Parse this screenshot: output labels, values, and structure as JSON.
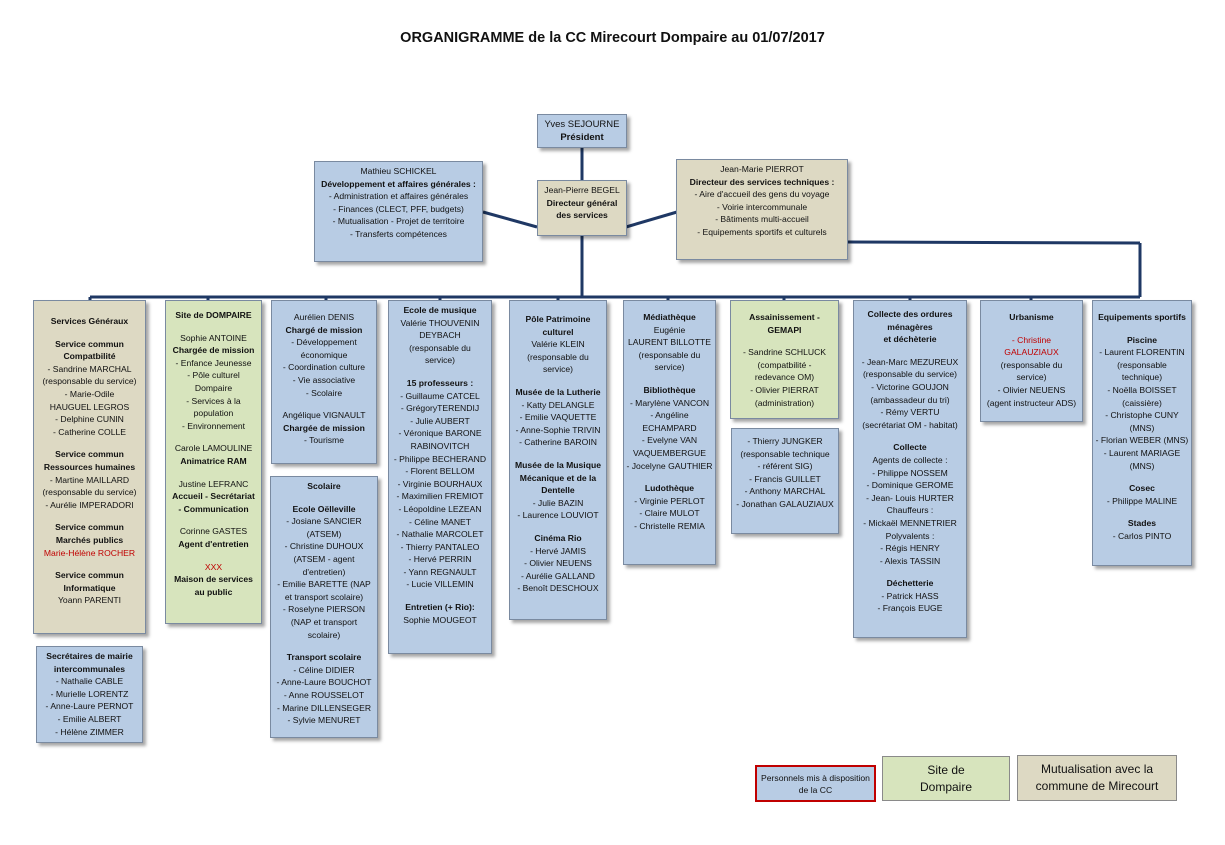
{
  "title": "ORGANIGRAMME de la CC Mirecourt Dompaire au 01/07/2017",
  "colors": {
    "blue_box": "#b8cce4",
    "tan_box": "#ddd9c3",
    "green_box": "#d7e4bd",
    "connector": "#1f3864",
    "seconded": "#c00000"
  },
  "president": [
    {
      "t": "Yves SEJOURNE",
      "s": ""
    },
    {
      "t": "Président",
      "s": "b"
    }
  ],
  "dga": [
    {
      "t": "Mathieu SCHICKEL",
      "s": ""
    },
    {
      "t": "Développement et affaires générales :",
      "s": "b"
    },
    {
      "t": "-  Administration et affaires générales",
      "s": ""
    },
    {
      "t": "- Finances (CLECT, PFF, budgets)",
      "s": ""
    },
    {
      "t": "- Mutualisation - Projet de territoire",
      "s": ""
    },
    {
      "t": "- Transferts compétences",
      "s": ""
    }
  ],
  "dgs": [
    {
      "t": "Jean-Pierre BEGEL",
      "s": ""
    },
    {
      "t": "Directeur général",
      "s": "b"
    },
    {
      "t": "des services",
      "s": "b"
    }
  ],
  "dst": [
    {
      "t": "Jean-Marie PIERROT",
      "s": ""
    },
    {
      "t": "Directeur des services techniques :",
      "s": "b"
    },
    {
      "t": "- Aire d'accueil des gens du voyage",
      "s": ""
    },
    {
      "t": "- Voirie intercommunale",
      "s": ""
    },
    {
      "t": "- Bâtiments multi-accueil",
      "s": ""
    },
    {
      "t": "- Equipements sportifs et culturels",
      "s": ""
    }
  ],
  "services_generaux": [
    {
      "t": "Services Généraux",
      "s": "b"
    },
    {
      "t": "",
      "s": "gap"
    },
    {
      "t": "Service commun",
      "s": "b"
    },
    {
      "t": "Compatbilité",
      "s": "b"
    },
    {
      "t": "- Sandrine MARCHAL",
      "s": ""
    },
    {
      "t": "(responsable du service)",
      "s": ""
    },
    {
      "t": "- Marie-Odile",
      "s": ""
    },
    {
      "t": "HAUGUEL LEGROS",
      "s": ""
    },
    {
      "t": "- Delphine CUNIN",
      "s": ""
    },
    {
      "t": "- Catherine COLLE",
      "s": ""
    },
    {
      "t": "",
      "s": "gap"
    },
    {
      "t": "Service commun",
      "s": "b"
    },
    {
      "t": "Ressources humaines",
      "s": "b"
    },
    {
      "t": "- Martine MAILLARD",
      "s": ""
    },
    {
      "t": "(responsable du service)",
      "s": ""
    },
    {
      "t": "- Aurélie IMPERADORI",
      "s": ""
    },
    {
      "t": "",
      "s": "gap"
    },
    {
      "t": "Service commun",
      "s": "b"
    },
    {
      "t": "Marchés publics",
      "s": "b"
    },
    {
      "t": "Marie-Hélène ROCHER",
      "s": "r"
    },
    {
      "t": "",
      "s": "gap"
    },
    {
      "t": "Service commun",
      "s": "b"
    },
    {
      "t": "Informatique",
      "s": "b"
    },
    {
      "t": "Yoann PARENTI",
      "s": ""
    }
  ],
  "secretaires": [
    {
      "t": "Secrétaires  de mairie",
      "s": "b"
    },
    {
      "t": "intercommunales",
      "s": "b"
    },
    {
      "t": "- Nathalie CABLE",
      "s": ""
    },
    {
      "t": "- Murielle LORENTZ",
      "s": ""
    },
    {
      "t": "- Anne-Laure PERNOT",
      "s": ""
    },
    {
      "t": "- Emilie ALBERT",
      "s": ""
    },
    {
      "t": "- Hélène ZIMMER",
      "s": ""
    }
  ],
  "site_dompaire": [
    {
      "t": "Site de DOMPAIRE",
      "s": "b"
    },
    {
      "t": "",
      "s": "gap"
    },
    {
      "t": "Sophie ANTOINE",
      "s": ""
    },
    {
      "t": "Chargée de mission",
      "s": "b"
    },
    {
      "t": "- Enfance Jeunesse",
      "s": ""
    },
    {
      "t": "- Pôle culturel",
      "s": ""
    },
    {
      "t": "Dompaire",
      "s": ""
    },
    {
      "t": "- Services à la",
      "s": ""
    },
    {
      "t": "population",
      "s": ""
    },
    {
      "t": "- Environnement",
      "s": ""
    },
    {
      "t": "",
      "s": "gap"
    },
    {
      "t": "Carole LAMOULINE",
      "s": ""
    },
    {
      "t": "Animatrice RAM",
      "s": "b"
    },
    {
      "t": "",
      "s": "gap"
    },
    {
      "t": "Justine LEFRANC",
      "s": ""
    },
    {
      "t": "Accueil - Secrétariat",
      "s": "b"
    },
    {
      "t": "- Communication",
      "s": "b"
    },
    {
      "t": "",
      "s": "gap"
    },
    {
      "t": "Corinne GASTES",
      "s": ""
    },
    {
      "t": "Agent d'entretien",
      "s": "b"
    },
    {
      "t": "",
      "s": "gap"
    },
    {
      "t": "XXX",
      "s": "r"
    },
    {
      "t": "Maison de services",
      "s": "b"
    },
    {
      "t": "au public",
      "s": "b"
    }
  ],
  "aurelien": [
    {
      "t": "Aurélien DENIS",
      "s": ""
    },
    {
      "t": "Chargé de mission",
      "s": "b"
    },
    {
      "t": "- Développement",
      "s": ""
    },
    {
      "t": "économique",
      "s": ""
    },
    {
      "t": "- Coordination culture",
      "s": ""
    },
    {
      "t": "- Vie associative",
      "s": ""
    },
    {
      "t": "- Scolaire",
      "s": ""
    },
    {
      "t": "",
      "s": "gap"
    },
    {
      "t": "Angélique VIGNAULT",
      "s": ""
    },
    {
      "t": "Chargée de mission",
      "s": "b"
    },
    {
      "t": "- Tourisme",
      "s": ""
    }
  ],
  "scolaire": [
    {
      "t": "Scolaire",
      "s": "b"
    },
    {
      "t": "",
      "s": "gap"
    },
    {
      "t": "Ecole Oëlleville",
      "s": "b"
    },
    {
      "t": "- Josiane SANCIER",
      "s": ""
    },
    {
      "t": "(ATSEM)",
      "s": ""
    },
    {
      "t": "- Christine DUHOUX",
      "s": ""
    },
    {
      "t": "(ATSEM - agent",
      "s": ""
    },
    {
      "t": "d'entretien)",
      "s": ""
    },
    {
      "t": "- Emilie BARETTE (NAP",
      "s": ""
    },
    {
      "t": "et transport scolaire)",
      "s": ""
    },
    {
      "t": "- Roselyne PIERSON",
      "s": ""
    },
    {
      "t": "(NAP et transport",
      "s": ""
    },
    {
      "t": "scolaire)",
      "s": ""
    },
    {
      "t": "",
      "s": "gap"
    },
    {
      "t": "Transport scolaire",
      "s": "b"
    },
    {
      "t": "- Céline DIDIER",
      "s": ""
    },
    {
      "t": "- Anne-Laure BOUCHOT",
      "s": ""
    },
    {
      "t": "- Anne ROUSSELOT",
      "s": ""
    },
    {
      "t": "- Marine DILLENSEGER",
      "s": ""
    },
    {
      "t": "- Sylvie MENURET",
      "s": ""
    }
  ],
  "ecole_musique": [
    {
      "t": "Ecole de musique",
      "s": "b"
    },
    {
      "t": "Valérie  THOUVENIN",
      "s": ""
    },
    {
      "t": "DEYBACH",
      "s": ""
    },
    {
      "t": "(responsable du",
      "s": ""
    },
    {
      "t": "service)",
      "s": ""
    },
    {
      "t": "",
      "s": "gap"
    },
    {
      "t": "15 professeurs :",
      "s": "b"
    },
    {
      "t": "-  Guillaume CATCEL",
      "s": ""
    },
    {
      "t": "- GrégoryTERENDIJ",
      "s": ""
    },
    {
      "t": "- Julie AUBERT",
      "s": ""
    },
    {
      "t": "- Véronique BARONE",
      "s": ""
    },
    {
      "t": "RABINOVITCH",
      "s": ""
    },
    {
      "t": "- Philippe BECHERAND",
      "s": ""
    },
    {
      "t": "- Florent BELLOM",
      "s": ""
    },
    {
      "t": "- Virginie BOURHAUX",
      "s": ""
    },
    {
      "t": "- Maximilien FREMIOT",
      "s": ""
    },
    {
      "t": "- Léopoldine LEZEAN",
      "s": ""
    },
    {
      "t": "- Céline MANET",
      "s": ""
    },
    {
      "t": "- Nathalie MARCOLET",
      "s": ""
    },
    {
      "t": "- Thierry PANTALEO",
      "s": ""
    },
    {
      "t": "- Hervé PERRIN",
      "s": ""
    },
    {
      "t": "- Yann REGNAULT",
      "s": ""
    },
    {
      "t": "- Lucie VILLEMIN",
      "s": ""
    },
    {
      "t": "",
      "s": "gap"
    },
    {
      "t": "Entretien  (+ Rio):",
      "s": "b"
    },
    {
      "t": "Sophie MOUGEOT",
      "s": ""
    }
  ],
  "patrimoine": [
    {
      "t": "Pôle Patrimoine",
      "s": "b"
    },
    {
      "t": "culturel",
      "s": "b"
    },
    {
      "t": "Valérie KLEIN",
      "s": ""
    },
    {
      "t": "(responsable du",
      "s": ""
    },
    {
      "t": "service)",
      "s": ""
    },
    {
      "t": "",
      "s": "gap"
    },
    {
      "t": "Musée de la Lutherie",
      "s": "b"
    },
    {
      "t": "- Katty DELANGLE",
      "s": ""
    },
    {
      "t": "- Emilie VAQUETTE",
      "s": ""
    },
    {
      "t": "- Anne-Sophie TRIVIN",
      "s": ""
    },
    {
      "t": "- Catherine BAROIN",
      "s": ""
    },
    {
      "t": "",
      "s": "gap"
    },
    {
      "t": "Musée de la Musique",
      "s": "b"
    },
    {
      "t": "Mécanique et de la",
      "s": "b"
    },
    {
      "t": "Dentelle",
      "s": "b"
    },
    {
      "t": "- Julie BAZIN",
      "s": ""
    },
    {
      "t": "- Laurence LOUVIOT",
      "s": ""
    },
    {
      "t": "",
      "s": "gap"
    },
    {
      "t": "Cinéma Rio",
      "s": "b"
    },
    {
      "t": "- Hervé JAMIS",
      "s": ""
    },
    {
      "t": "- Olivier NEUENS",
      "s": ""
    },
    {
      "t": "- Aurélie GALLAND",
      "s": ""
    },
    {
      "t": "- Benoît DESCHOUX",
      "s": ""
    }
  ],
  "mediatheque": [
    {
      "t": "Médiathèque",
      "s": "b"
    },
    {
      "t": "Eugénie",
      "s": ""
    },
    {
      "t": "LAURENT BILLOTTE",
      "s": ""
    },
    {
      "t": "(responsable du",
      "s": ""
    },
    {
      "t": "service)",
      "s": ""
    },
    {
      "t": "",
      "s": "gap"
    },
    {
      "t": "Bibliothèque",
      "s": "b"
    },
    {
      "t": "- Marylène VANCON",
      "s": ""
    },
    {
      "t": "- Angéline",
      "s": ""
    },
    {
      "t": "ECHAMPARD",
      "s": ""
    },
    {
      "t": "- Evelyne VAN",
      "s": ""
    },
    {
      "t": "VAQUEMBERGUE",
      "s": ""
    },
    {
      "t": "- Jocelyne GAUTHIER",
      "s": ""
    },
    {
      "t": "",
      "s": "gap"
    },
    {
      "t": "Ludothèque",
      "s": "b"
    },
    {
      "t": "- Virginie PERLOT",
      "s": ""
    },
    {
      "t": "- Claire MULOT",
      "s": ""
    },
    {
      "t": "- Christelle REMIA",
      "s": ""
    }
  ],
  "assainissement": [
    {
      "t": "Assainissement -",
      "s": "b"
    },
    {
      "t": "GEMAPI",
      "s": "b"
    },
    {
      "t": "",
      "s": "gap"
    },
    {
      "t": "- Sandrine SCHLUCK",
      "s": ""
    },
    {
      "t": "(compatbilité -",
      "s": ""
    },
    {
      "t": "redevance OM)",
      "s": ""
    },
    {
      "t": "- Olivier PIERRAT",
      "s": ""
    },
    {
      "t": "(administration)",
      "s": ""
    }
  ],
  "thierry": [
    {
      "t": "- Thierry JUNGKER",
      "s": ""
    },
    {
      "t": "(responsable technique",
      "s": ""
    },
    {
      "t": "- référent SIG)",
      "s": ""
    },
    {
      "t": "- Francis GUILLET",
      "s": ""
    },
    {
      "t": "- Anthony MARCHAL",
      "s": ""
    },
    {
      "t": "- Jonathan GALAUZIAUX",
      "s": ""
    }
  ],
  "collecte": [
    {
      "t": "Collecte des ordures",
      "s": "b"
    },
    {
      "t": "ménagères",
      "s": "b"
    },
    {
      "t": "et déchèterie",
      "s": "b"
    },
    {
      "t": "",
      "s": "gap"
    },
    {
      "t": "- Jean-Marc MEZUREUX",
      "s": ""
    },
    {
      "t": "(responsable du service)",
      "s": ""
    },
    {
      "t": "- Victorine GOUJON",
      "s": ""
    },
    {
      "t": "(ambassadeur du tri)",
      "s": ""
    },
    {
      "t": "- Rémy VERTU",
      "s": ""
    },
    {
      "t": "(secrétariat OM - habitat)",
      "s": ""
    },
    {
      "t": "",
      "s": "gap"
    },
    {
      "t": "Collecte",
      "s": "b"
    },
    {
      "t": "Agents de collecte :",
      "s": ""
    },
    {
      "t": "- Philippe NOSSEM",
      "s": ""
    },
    {
      "t": "- Dominique GEROME",
      "s": ""
    },
    {
      "t": "- Jean- Louis HURTER",
      "s": ""
    },
    {
      "t": "Chauffeurs :",
      "s": ""
    },
    {
      "t": "- Mickaël MENNETRIER",
      "s": ""
    },
    {
      "t": "Polyvalents :",
      "s": ""
    },
    {
      "t": "- Régis HENRY",
      "s": ""
    },
    {
      "t": "- Alexis TASSIN",
      "s": ""
    },
    {
      "t": "",
      "s": "gap"
    },
    {
      "t": "Déchetterie",
      "s": "b"
    },
    {
      "t": "- Patrick HASS",
      "s": ""
    },
    {
      "t": "- François EUGE",
      "s": ""
    }
  ],
  "urbanisme": [
    {
      "t": "Urbanisme",
      "s": "b"
    },
    {
      "t": "",
      "s": "gap"
    },
    {
      "t": "- Christine",
      "s": "r"
    },
    {
      "t": "GALAUZIAUX",
      "s": "r"
    },
    {
      "t": "(responsable du",
      "s": ""
    },
    {
      "t": "service)",
      "s": ""
    },
    {
      "t": "- Olivier NEUENS",
      "s": ""
    },
    {
      "t": "(agent instructeur ADS)",
      "s": ""
    }
  ],
  "sports": [
    {
      "t": "Equipements sportifs",
      "s": "b"
    },
    {
      "t": "",
      "s": "gap"
    },
    {
      "t": "Piscine",
      "s": "b"
    },
    {
      "t": "- Laurent FLORENTIN",
      "s": ""
    },
    {
      "t": "(responsable",
      "s": ""
    },
    {
      "t": "technique)",
      "s": ""
    },
    {
      "t": "- Noëlla BOISSET",
      "s": ""
    },
    {
      "t": "(caissière)",
      "s": ""
    },
    {
      "t": "- Christophe CUNY",
      "s": ""
    },
    {
      "t": "(MNS)",
      "s": ""
    },
    {
      "t": "- Florian WEBER (MNS)",
      "s": ""
    },
    {
      "t": "- Laurent MARIAGE",
      "s": ""
    },
    {
      "t": "(MNS)",
      "s": ""
    },
    {
      "t": "",
      "s": "gap"
    },
    {
      "t": "Cosec",
      "s": "b"
    },
    {
      "t": "- Philippe MALINE",
      "s": ""
    },
    {
      "t": "",
      "s": "gap"
    },
    {
      "t": "Stades",
      "s": "b"
    },
    {
      "t": "- Carlos PINTO",
      "s": ""
    }
  ],
  "legend": {
    "personnels": "Personnels mis à disposition de la CC",
    "site": "Site de Dompaire",
    "mutualisation": "Mutualisation avec la commune de Mirecourt"
  }
}
